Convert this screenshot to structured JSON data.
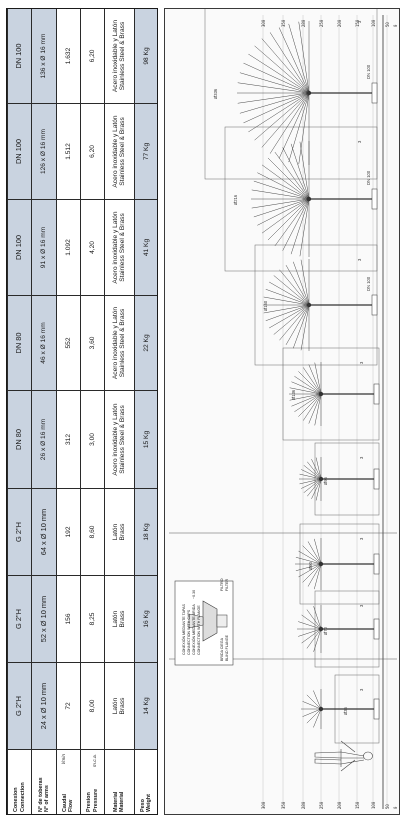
{
  "labels": {
    "connection": [
      "Conexion",
      "Connection"
    ],
    "nozzles": [
      "Nº de toberas",
      "Nº of arms"
    ],
    "flow": [
      "Caudal",
      "Flow"
    ],
    "flow_unit": "l/min",
    "pressure": [
      "Presion",
      "Pressure"
    ],
    "pressure_unit": "m.c.a.",
    "material": [
      "Material",
      "Material"
    ],
    "weight": [
      "Peso",
      "Weight"
    ]
  },
  "models": [
    {
      "connection": "G 2\"H",
      "nozzles": "24 x Ø 10 mm",
      "flow": "72",
      "pressure": "8,00",
      "material": [
        "Latón",
        "Brass"
      ],
      "weight": "14 Kg"
    },
    {
      "connection": "G 2\"H",
      "nozzles": "52 x Ø 10 mm",
      "flow": "156",
      "pressure": "8,25",
      "material": [
        "Latón",
        "Brass"
      ],
      "weight": "16 Kg"
    },
    {
      "connection": "G 2\"H",
      "nozzles": "64 x Ø 10 mm",
      "flow": "192",
      "pressure": "8,60",
      "material": [
        "Latón",
        "Brass"
      ],
      "weight": "18 Kg"
    },
    {
      "connection": "DN 80",
      "nozzles": "26 x Ø 16 mm",
      "flow": "312",
      "pressure": "3,00",
      "material": [
        "Acero inoxidable y Latón",
        "Stainless Steel & Brass"
      ],
      "weight": "15 Kg"
    },
    {
      "connection": "DN 80",
      "nozzles": "46 x Ø 16 mm",
      "flow": "552",
      "pressure": "3,60",
      "material": [
        "Acero inoxidable y Latón",
        "Stainless Steel & Brass"
      ],
      "weight": "22 Kg"
    },
    {
      "connection": "DN 100",
      "nozzles": "91 x Ø 16 mm",
      "flow": "1.092",
      "pressure": "4,20",
      "material": [
        "Acero inoxidable y Latón",
        "Stainless Steel & Brass"
      ],
      "weight": "41 Kg"
    },
    {
      "connection": "DN 100",
      "nozzles": "126 x Ø 16 mm",
      "flow": "1.512",
      "pressure": "6,20",
      "material": [
        "Acero inoxidable y Latón",
        "Stainless Steel & Brass"
      ],
      "weight": "77 Kg"
    },
    {
      "connection": "DN 100",
      "nozzles": "136 x Ø 16 mm",
      "flow": "1.632",
      "pressure": "6,20",
      "material": [
        "Acero inoxidable y Latón",
        "Stainless Steel & Brass"
      ],
      "weight": "98 Kg"
    }
  ],
  "scale_marks": [
    "300",
    "350",
    "280",
    "250",
    "200",
    "150",
    "100",
    "50",
    "0"
  ],
  "drawings": {
    "diameters": [
      "Ø36",
      "Ø70",
      "Ø90",
      "Ø96",
      "Ø136",
      "Ø150",
      "Ø216",
      "Ø336"
    ],
    "heights": [
      "3",
      "3",
      "3",
      "3",
      "3",
      "3",
      "3",
      "3"
    ],
    "stand": [
      "DN 100",
      "DN 100",
      "DN 100"
    ],
    "detail_lines": [
      "CONEXIÓN MEDIANTE TAPAS",
      "CONNECTION WITH CAPS",
      "CONEXIÓN MEDIANTE BRIDA",
      "CONNECTION WITH FLANGE"
    ],
    "detail_bottom": [
      "BRIDA CIEGA",
      "BLIND FLANGE"
    ],
    "detail_filter": [
      "FILTRO",
      "FILTER"
    ],
    "detail_dim": "~0.30"
  }
}
